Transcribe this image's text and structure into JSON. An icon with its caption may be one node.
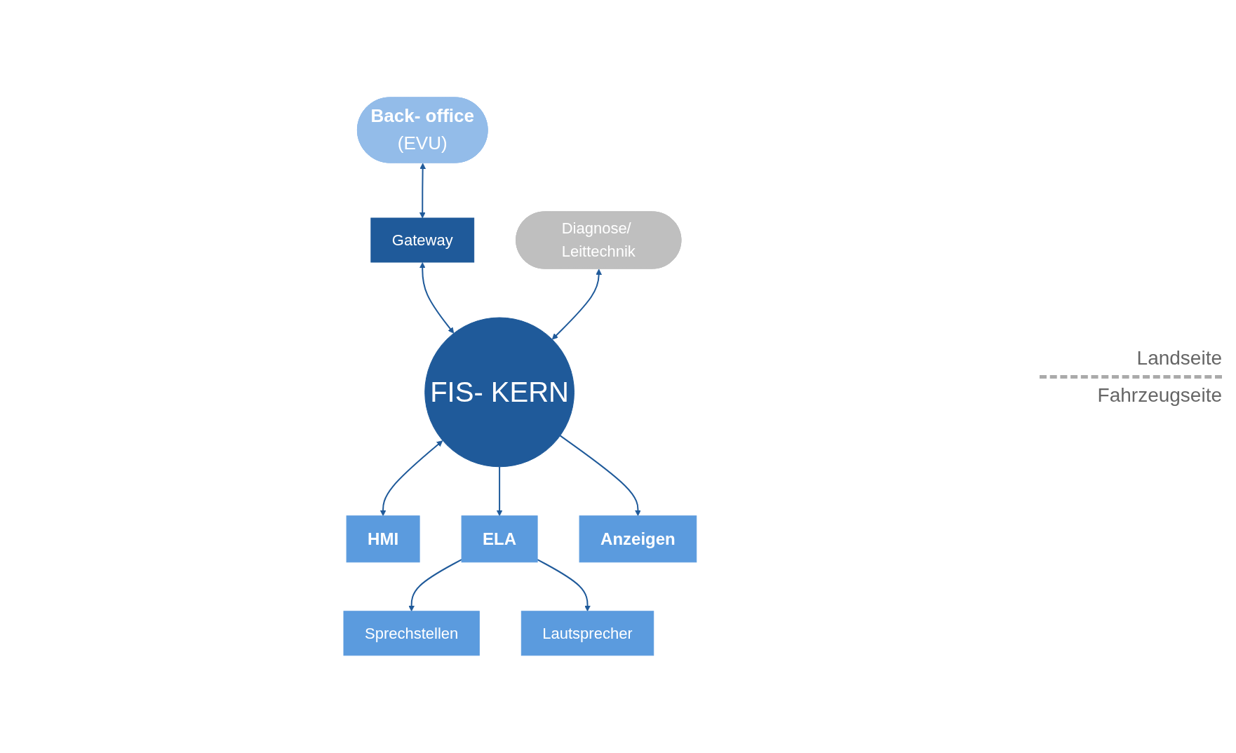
{
  "diagram": {
    "nodes": [
      {
        "text": [
          "Back- office",
          "(EVU)"
        ]
      },
      {
        "text": [
          "Gateway"
        ]
      },
      {
        "text": [
          "Diagnose/ Leittechnik"
        ]
      },
      {
        "text": [
          "FIS- KERN"
        ]
      },
      {
        "text": [
          "HMI"
        ]
      },
      {
        "text": [
          "ELA"
        ]
      },
      {
        "text": [
          "Anzeigen"
        ]
      },
      {
        "text": [
          "Sprechstellen"
        ]
      },
      {
        "text": [
          "Lautsprecher"
        ]
      }
    ],
    "edges": [
      {
        "from": 0,
        "to": 1,
        "arrow": "both"
      },
      {
        "from": 1,
        "to": 3,
        "arrow": "both"
      },
      {
        "from": 2,
        "to": 3,
        "arrow": "both"
      },
      {
        "from": 3,
        "to": 4,
        "arrow": "both"
      },
      {
        "from": 3,
        "to": 5,
        "arrow": "to"
      },
      {
        "from": 3,
        "to": 6,
        "arrow": "to"
      },
      {
        "from": 5,
        "to": 7,
        "arrow": "to"
      },
      {
        "from": 5,
        "to": 8,
        "arrow": "to"
      }
    ],
    "labels": [
      "Landseite",
      "Fahrzeugseite"
    ]
  }
}
